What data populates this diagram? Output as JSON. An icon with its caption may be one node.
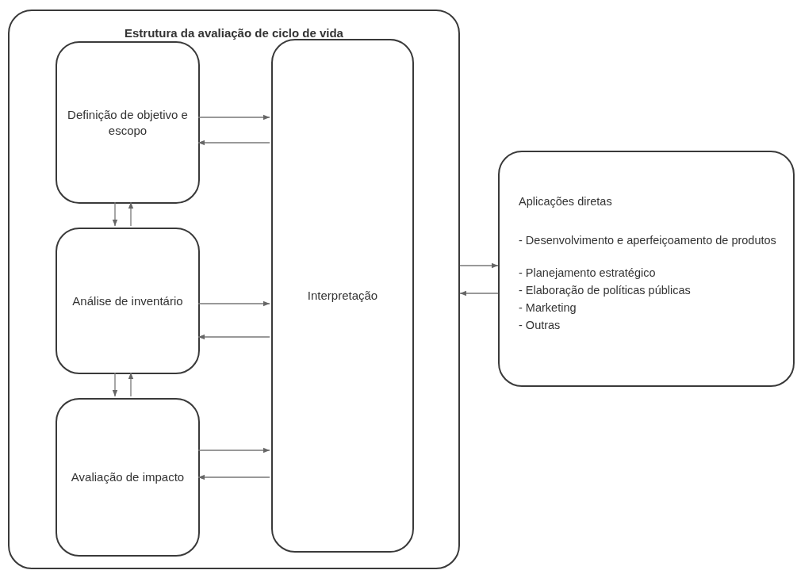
{
  "diagram": {
    "nodes": [
      {
        "text": [
          "Estrutura da avaliação de ciclo de vida"
        ]
      },
      {
        "text": [
          "Definição de objetivo e escopo"
        ],
        "in": 0
      },
      {
        "text": [
          "Análise de inventário"
        ],
        "in": 0
      },
      {
        "text": [
          "Avaliação de impacto"
        ],
        "in": 0
      },
      {
        "text": [
          "Interpretação"
        ],
        "in": 0
      },
      {
        "text": [
          "Aplicações diretas",
          "- Desenvolvimento e aperfeiçoamento de produtos",
          "- Planejamento estratégico",
          "- Elaboração de políticas públicas",
          "- Marketing",
          "- Outras"
        ]
      }
    ],
    "edges": [
      {
        "from": 1,
        "to": 4,
        "arrow": "to"
      },
      {
        "from": 4,
        "to": 1,
        "arrow": "to"
      },
      {
        "from": 1,
        "to": 2,
        "arrow": "to"
      },
      {
        "from": 2,
        "to": 1,
        "arrow": "to"
      },
      {
        "from": 2,
        "to": 4,
        "arrow": "to"
      },
      {
        "from": 4,
        "to": 2,
        "arrow": "to"
      },
      {
        "from": 2,
        "to": 3,
        "arrow": "to"
      },
      {
        "from": 3,
        "to": 2,
        "arrow": "to"
      },
      {
        "from": 3,
        "to": 4,
        "arrow": "to"
      },
      {
        "from": 4,
        "to": 3,
        "arrow": "to"
      },
      {
        "from": 0,
        "to": 5,
        "arrow": "to"
      },
      {
        "from": 5,
        "to": 0,
        "arrow": "to"
      }
    ]
  }
}
